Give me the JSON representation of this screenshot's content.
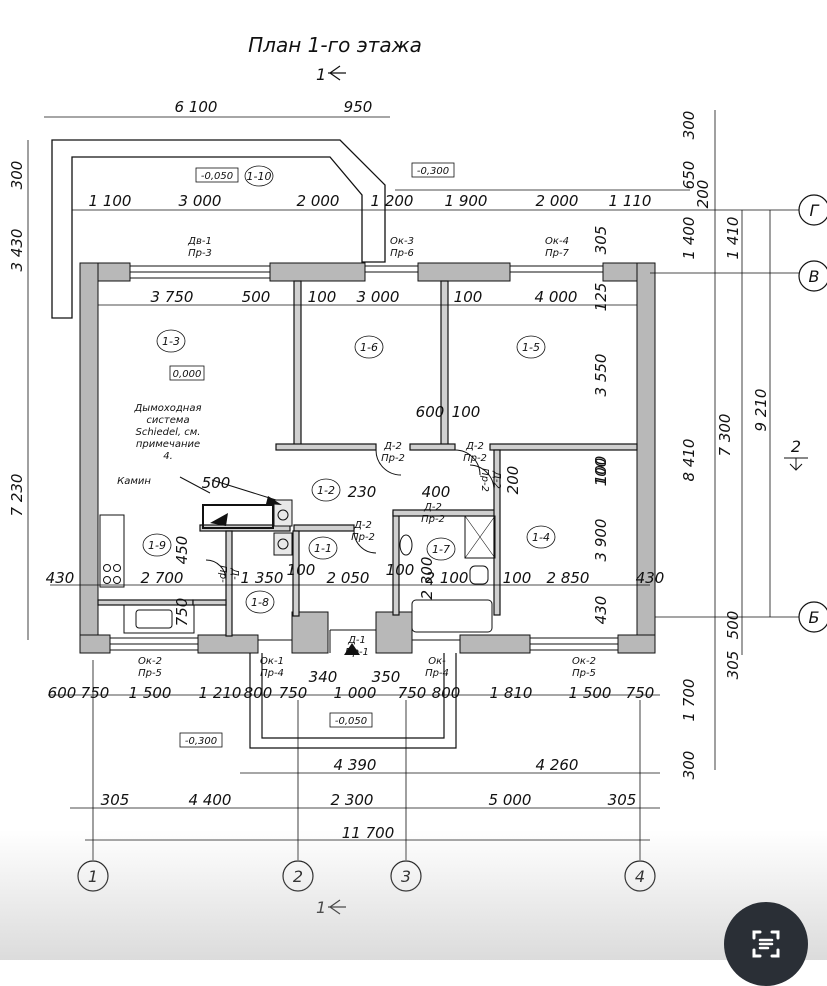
{
  "title": "План 1-го этажа",
  "section_marks": [
    "1",
    "1"
  ],
  "axes": {
    "letters": [
      "Г",
      "В",
      "Б"
    ],
    "numbers": [
      "1",
      "2",
      "3",
      "4"
    ],
    "side_number": "2"
  },
  "rooms": [
    "1-3",
    "1-6",
    "1-5",
    "1-2",
    "1-1",
    "1-9",
    "1-8",
    "1-7",
    "1-4",
    "1-10"
  ],
  "levels": [
    "-0,050",
    "-0,300",
    "0,000",
    "-0,050",
    "-0,300"
  ],
  "openings": {
    "dv1": [
      "Дв-1",
      "Пр-3"
    ],
    "ok3": [
      "Ок-3",
      "Пр-6"
    ],
    "ok4": [
      "Ок-4",
      "Пр-7"
    ],
    "d2a": [
      "Д-2",
      "Пр-2"
    ],
    "d2b": [
      "Д-2",
      "Пр-2"
    ],
    "d2c": [
      "Д-2",
      "Пр-2"
    ],
    "d2d": [
      "Д-2",
      "Пр-2"
    ],
    "d1": [
      "Д-1",
      "Пр-1"
    ],
    "ok2a": [
      "Ок-2",
      "Пр-5"
    ],
    "ok1": [
      "Ок-1",
      "Пр-4"
    ],
    "ok1b": [
      "Ок-",
      "Пр-4"
    ],
    "ok2b": [
      "Ок-2",
      "Пр-5"
    ],
    "d2v": [
      "Д-2",
      "Пр-2"
    ],
    "d2v2": [
      "Д-",
      "Пр-"
    ]
  },
  "notes": {
    "chimney": [
      "Дымоходная",
      "система",
      "Schiedel, см.",
      "примечание",
      "4."
    ],
    "fireplace": "Камин"
  },
  "dims": {
    "top1": [
      "6 100",
      "950"
    ],
    "top2": [
      "1 100",
      "3 000",
      "2 000",
      "1 200",
      "1 900",
      "2 000",
      "1 110"
    ],
    "inner1": [
      "3 750",
      "500",
      "100",
      "3 000",
      "100",
      "4 000"
    ],
    "inner2": [
      "600",
      "100"
    ],
    "mid1": [
      "230",
      "400"
    ],
    "mid2": [
      "500"
    ],
    "row3": [
      "430",
      "2 700",
      "1 350",
      "100",
      "2 050",
      "100",
      "2 100",
      "100",
      "2 850",
      "430"
    ],
    "vert_small": [
      "450",
      "750",
      "2 300",
      "200",
      "100"
    ],
    "bottom1": [
      "600",
      "750",
      "1 500",
      "1 210",
      "800",
      "750",
      "1 000",
      "750",
      "800",
      "1 810",
      "1 500",
      "750"
    ],
    "bottom_porch": [
      "340",
      "350"
    ],
    "bottom2": [
      "4 390",
      "4 260"
    ],
    "bottom3": [
      "305",
      "4 400",
      "2 300",
      "5 000",
      "305"
    ],
    "overall": "11 700",
    "left": [
      "300",
      "3 430",
      "7 230"
    ],
    "right1": [
      "300",
      "650",
      "200",
      "1 400",
      "1 410",
      "305",
      "125"
    ],
    "right2": [
      "3 550",
      "100",
      "3 900",
      "430",
      "500",
      "305",
      "1 700",
      "300"
    ],
    "right3": [
      "8 410",
      "7 300",
      "9 210"
    ]
  },
  "colors": {
    "wall": "#b8b8b8",
    "line": "#111111",
    "button": "#2a2f36"
  }
}
